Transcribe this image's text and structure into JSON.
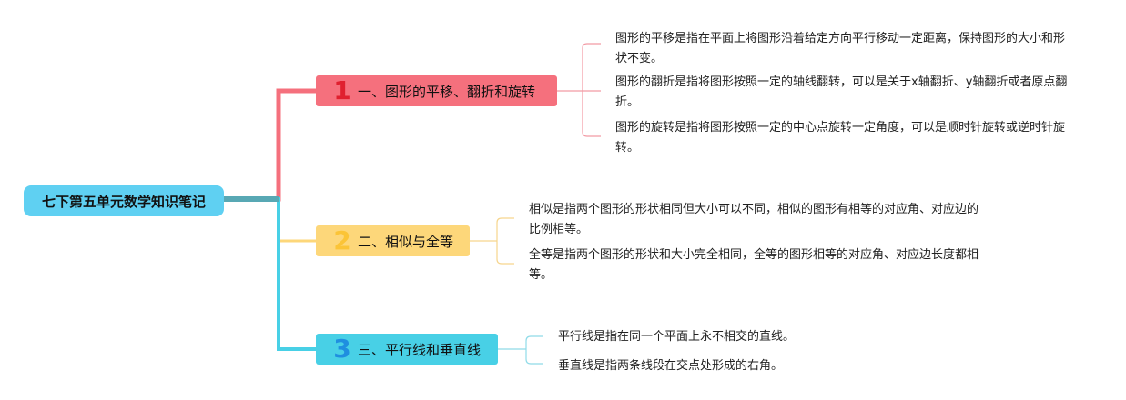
{
  "root": {
    "label": "七下第五单元数学知识笔记",
    "color": "#5fd0f2"
  },
  "branches": [
    {
      "number": "1",
      "label": "一、图形的平移、翻折和旋转",
      "color": "#f5707d",
      "number_color": "#e0202f",
      "notes": [
        "图形的平移是指在平面上将图形沿着给定方向平行移动一定距离，保持图形的大小和形状不变。",
        "图形的翻折是指将图形按照一定的轴线翻转，可以是关于x轴翻折、y轴翻折或者原点翻折。",
        "图形的旋转是指将图形按照一定的中心点旋转一定角度，可以是顺时针旋转或逆时针旋转。"
      ]
    },
    {
      "number": "2",
      "label": "二、相似与全等",
      "color": "#fdd77a",
      "number_color": "#fbc437",
      "notes": [
        "相似是指两个图形的形状相同但大小可以不同，相似的图形有相等的对应角、对应边的比例相等。",
        "全等是指两个图形的形状和大小完全相同，全等的图形相等的对应角、对应边长度都相等。"
      ]
    },
    {
      "number": "3",
      "label": "三、平行线和垂直线",
      "color": "#48d0e6",
      "number_color": "#1f8fe0",
      "notes": [
        "平行线是指在同一个平面上永不相交的直线。",
        "垂直线是指两条线段在交点处形成的右角。"
      ]
    }
  ]
}
